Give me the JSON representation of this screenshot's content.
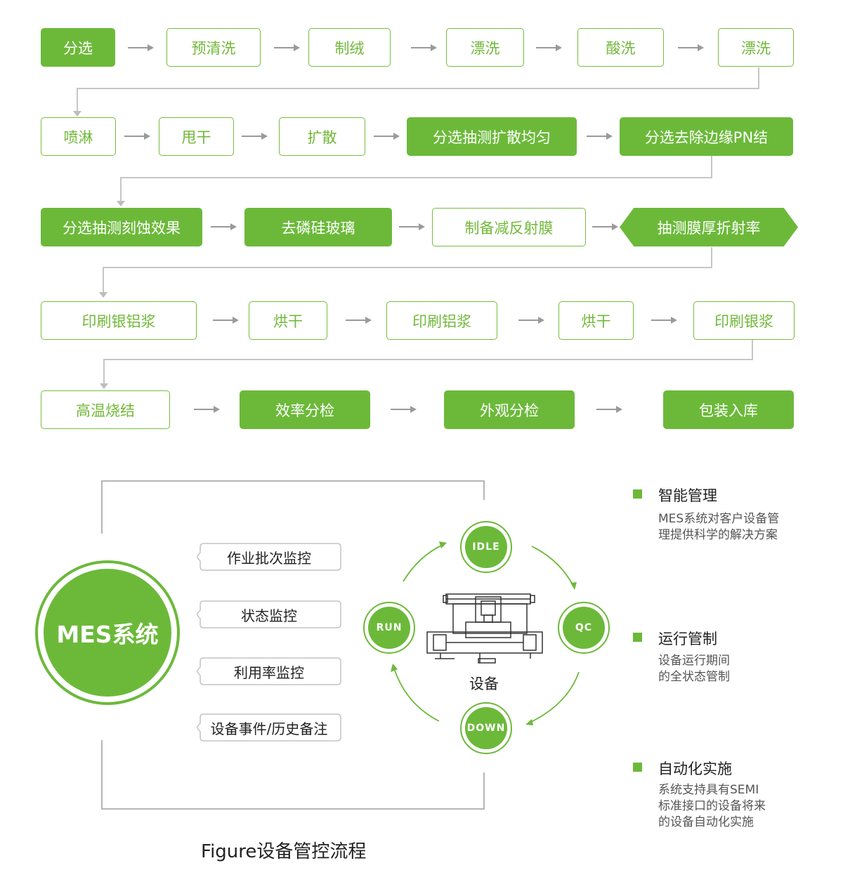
{
  "flow": {
    "rows": [
      [
        {
          "label": "分选",
          "filled": true
        },
        {
          "label": "预清洗",
          "filled": false
        },
        {
          "label": "制绒",
          "filled": false
        },
        {
          "label": "漂洗",
          "filled": false
        },
        {
          "label": "酸洗",
          "filled": false
        },
        {
          "label": "漂洗",
          "filled": false
        }
      ],
      [
        {
          "label": "喷淋",
          "filled": false
        },
        {
          "label": "甩干",
          "filled": false
        },
        {
          "label": "扩散",
          "filled": false
        },
        {
          "label": "分选抽测扩散均匀",
          "filled": true
        },
        {
          "label": "分选去除边缘PN结",
          "filled": true
        }
      ],
      [
        {
          "label": "分选抽测刻蚀效果",
          "filled": true
        },
        {
          "label": "去磷硅玻璃",
          "filled": true
        },
        {
          "label": "制备减反射膜",
          "filled": false
        },
        {
          "label": "抽测膜厚折射率",
          "filled": true,
          "shape": "hexagon"
        }
      ],
      [
        {
          "label": "印刷银铝浆",
          "filled": false
        },
        {
          "label": "烘干",
          "filled": false
        },
        {
          "label": "印刷铝浆",
          "filled": false
        },
        {
          "label": "烘干",
          "filled": false
        },
        {
          "label": "印刷银浆",
          "filled": false
        }
      ],
      [
        {
          "label": "高温烧结",
          "filled": false
        },
        {
          "label": "效率分检",
          "filled": true
        },
        {
          "label": "外观分检",
          "filled": true
        },
        {
          "label": "包装入库",
          "filled": true
        }
      ]
    ]
  },
  "mes": {
    "system_label": "MES系统",
    "monitors": [
      "作业批次监控",
      "状态监控",
      "利用率监控",
      "设备事件/历史备注"
    ],
    "states": {
      "idle": "IDLE",
      "qc": "QC",
      "run": "RUN",
      "down": "DOWN"
    },
    "device_label": "设备"
  },
  "features": [
    {
      "title": "智能管理",
      "lines": [
        "MES系统对客户设备管",
        "理提供科学的解决方案"
      ]
    },
    {
      "title": "运行管制",
      "lines": [
        "设备运行期间",
        "的全状态管制"
      ]
    },
    {
      "title": "自动化实施",
      "lines": [
        "系统支持具有SEMI",
        "标准接口的设备将来",
        "的设备自动化实施"
      ]
    }
  ],
  "caption": "Figure设备管控流程",
  "colors": {
    "accent": "#6cb93a",
    "line": "#c8c8c8",
    "arrow": "#9a9a9a"
  }
}
